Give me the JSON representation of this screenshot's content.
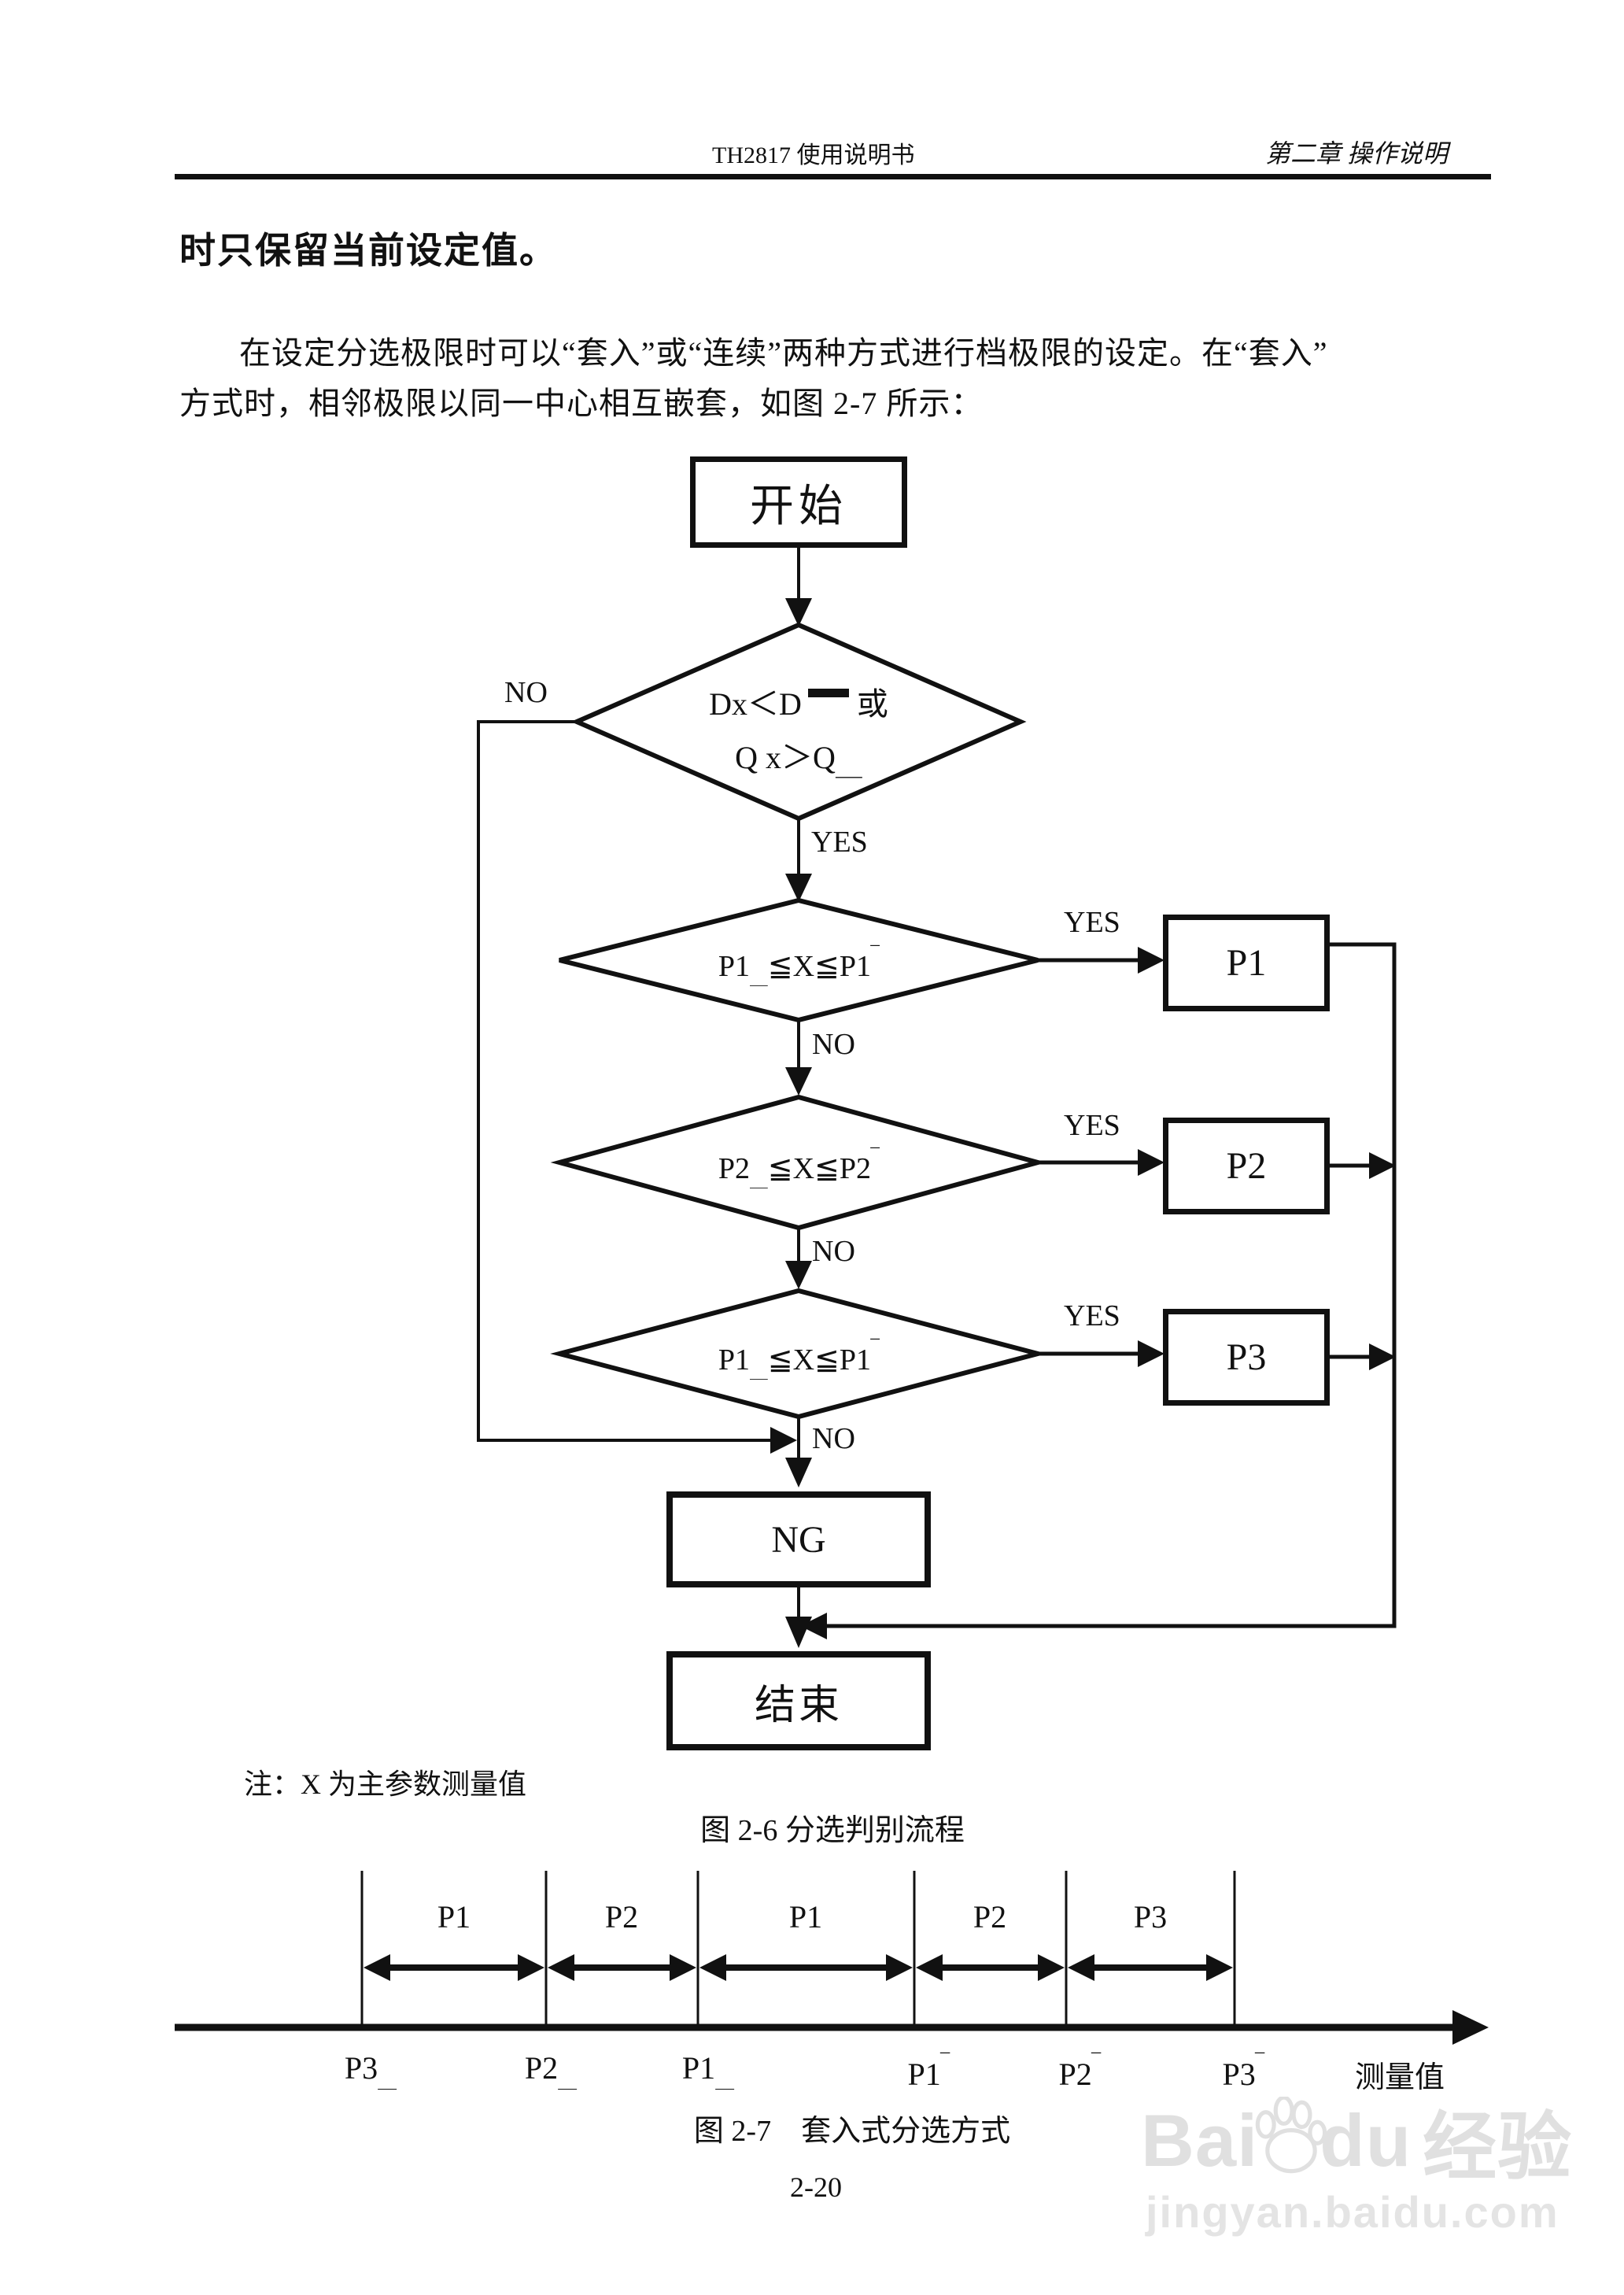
{
  "header": {
    "manual_title": "TH2817 使用说明书",
    "chapter": "第二章 操作说明"
  },
  "intro": {
    "lead": "时只保留当前设定值。",
    "para_line1": "在设定分选极限时可以“套入”或“连续”两种方式进行档极限的设定。在“套入”",
    "para_line2": "方式时，相邻极限以同一中心相互嵌套，如图 2-7 所示："
  },
  "flowchart": {
    "start_label": "开始",
    "yes_label": "YES",
    "no_label": "NO",
    "decision1": {
      "line1_left": "Dx＜D",
      "line1_right": "或",
      "line2_left": "Q x＞Q",
      "line2_mark": "＿"
    },
    "decision2": {
      "low_base": "P1",
      "low_mark": "＿",
      "mid": "≦X≦",
      "high_base": "P1",
      "high_mark": "‾"
    },
    "decision3": {
      "low_base": "P2",
      "low_mark": "＿",
      "mid": "≦X≦",
      "high_base": "P2",
      "high_mark": "‾"
    },
    "decision4": {
      "low_base": "P1",
      "low_mark": "＿",
      "mid": "≦X≦",
      "high_base": "P1",
      "high_mark": "‾"
    },
    "bin1_label": "P1",
    "bin2_label": "P2",
    "bin3_label": "P3",
    "ng_label": "NG",
    "end_label": "结束",
    "note": "注：X 为主参数测量值",
    "caption": "图 2-6  分选判别流程"
  },
  "fig27": {
    "range_labels": [
      "P1",
      "P2",
      "P1",
      "P2",
      "P3"
    ],
    "bounds": [
      {
        "base": "P3",
        "mark": "＿"
      },
      {
        "base": "P2",
        "mark": "＿"
      },
      {
        "base": "P1",
        "mark": "＿"
      },
      {
        "base": "P1",
        "mark": "‾"
      },
      {
        "base": "P2",
        "mark": "‾"
      },
      {
        "base": "P3",
        "mark": "‾"
      }
    ],
    "axis_label": "测量值",
    "caption": "图 2-7　套入式分选方式"
  },
  "footer": {
    "page_number": "2-20"
  },
  "watermark": {
    "brand_left": "Bai",
    "brand_right": "du",
    "brand_cn": "经验",
    "url": "jingyan.baidu.com"
  }
}
